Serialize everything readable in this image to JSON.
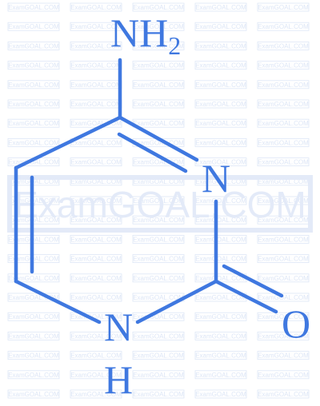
{
  "colors": {
    "structure": "#3f78e0",
    "watermark": "#dde6f6",
    "watermark_band": "#eaf0fa",
    "background": "#ffffff"
  },
  "molecule": {
    "amino_group": {
      "n": "NH",
      "subscript": "2"
    },
    "ring_nitrogen": "N",
    "nh_n": "N",
    "nh_h": "H",
    "carbonyl_oxygen": "O"
  },
  "watermark": {
    "small": "ExamGOAL.COM",
    "large": "ExamGOAL.COM"
  }
}
